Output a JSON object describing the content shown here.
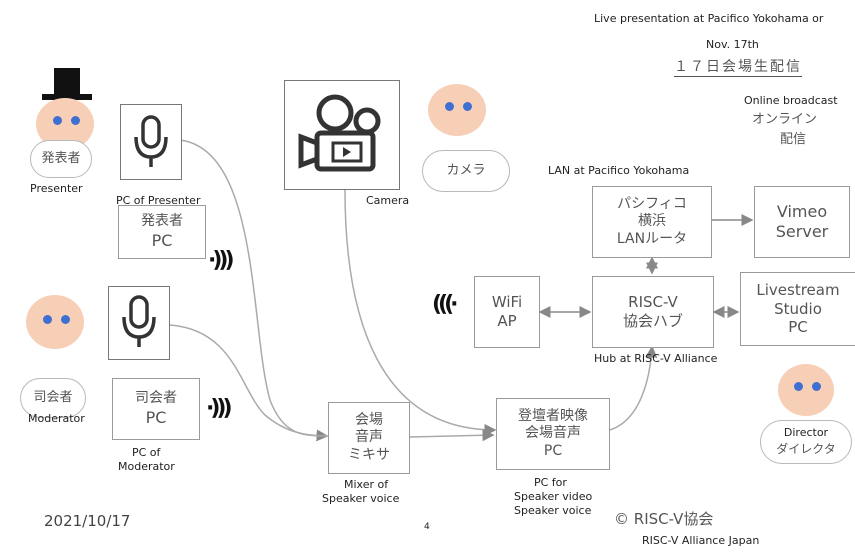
{
  "header": {
    "line1": "Live presentation at Pacifico Yokohama or",
    "line2": "Nov. 17th",
    "line3": "１７日会場生配信"
  },
  "online": {
    "en": "Online broadcast",
    "jp1": "オンライン",
    "jp2": "配信"
  },
  "presenter": {
    "jp": "発表者",
    "en": "Presenter"
  },
  "moderator": {
    "jp": "司会者",
    "en": "Moderator"
  },
  "camera_person": {
    "jp": "カメラ",
    "en": "Camera"
  },
  "director": {
    "en": "Director",
    "jp": "ダイレクタ"
  },
  "boxes": {
    "presenter_pc": {
      "label_en": "PC of Presenter",
      "jp": "発表者",
      "pc": "PC"
    },
    "moderator_pc": {
      "jp": "司会者",
      "pc": "PC",
      "caption1": "PC of",
      "caption2": "Moderator"
    },
    "router": {
      "top": "LAN at Pacifico Yokohama",
      "l1": "パシフィコ",
      "l2": "横浜",
      "l3": "LANルータ"
    },
    "vimeo": {
      "l1": "Vimeo",
      "l2": "Server"
    },
    "wifi": {
      "l1": "WiFi",
      "l2": "AP"
    },
    "hub": {
      "l1": "RISC-V",
      "l2": "協会ハブ",
      "caption": "Hub at RISC-V Alliance"
    },
    "livestream": {
      "l1": "Livestream",
      "l2": "Studio",
      "l3": "PC"
    },
    "mixer": {
      "l1": "会場",
      "l2": "音声",
      "l3": "ミキサ",
      "caption1": "Mixer of",
      "caption2": "Speaker voice"
    },
    "speaker_pc": {
      "l1": "登壇者映像",
      "l2": "会場音声",
      "l3": "PC",
      "caption1": "PC for",
      "caption2": "Speaker video",
      "caption3": "Speaker voice"
    }
  },
  "footer": {
    "date": "2021/10/17",
    "page": "4",
    "copyright": "© RISC-V協会",
    "org": "RISC-V Alliance Japan"
  },
  "icons": {
    "microphone": "microphone-icon",
    "video_camera": "video-camera-icon",
    "top_hat": "top-hat-icon",
    "wireless": "wireless-signal-icon"
  },
  "colors": {
    "skin": "#f7cfb6",
    "eye": "#3f6fd1",
    "line": "#9a9a9a"
  }
}
